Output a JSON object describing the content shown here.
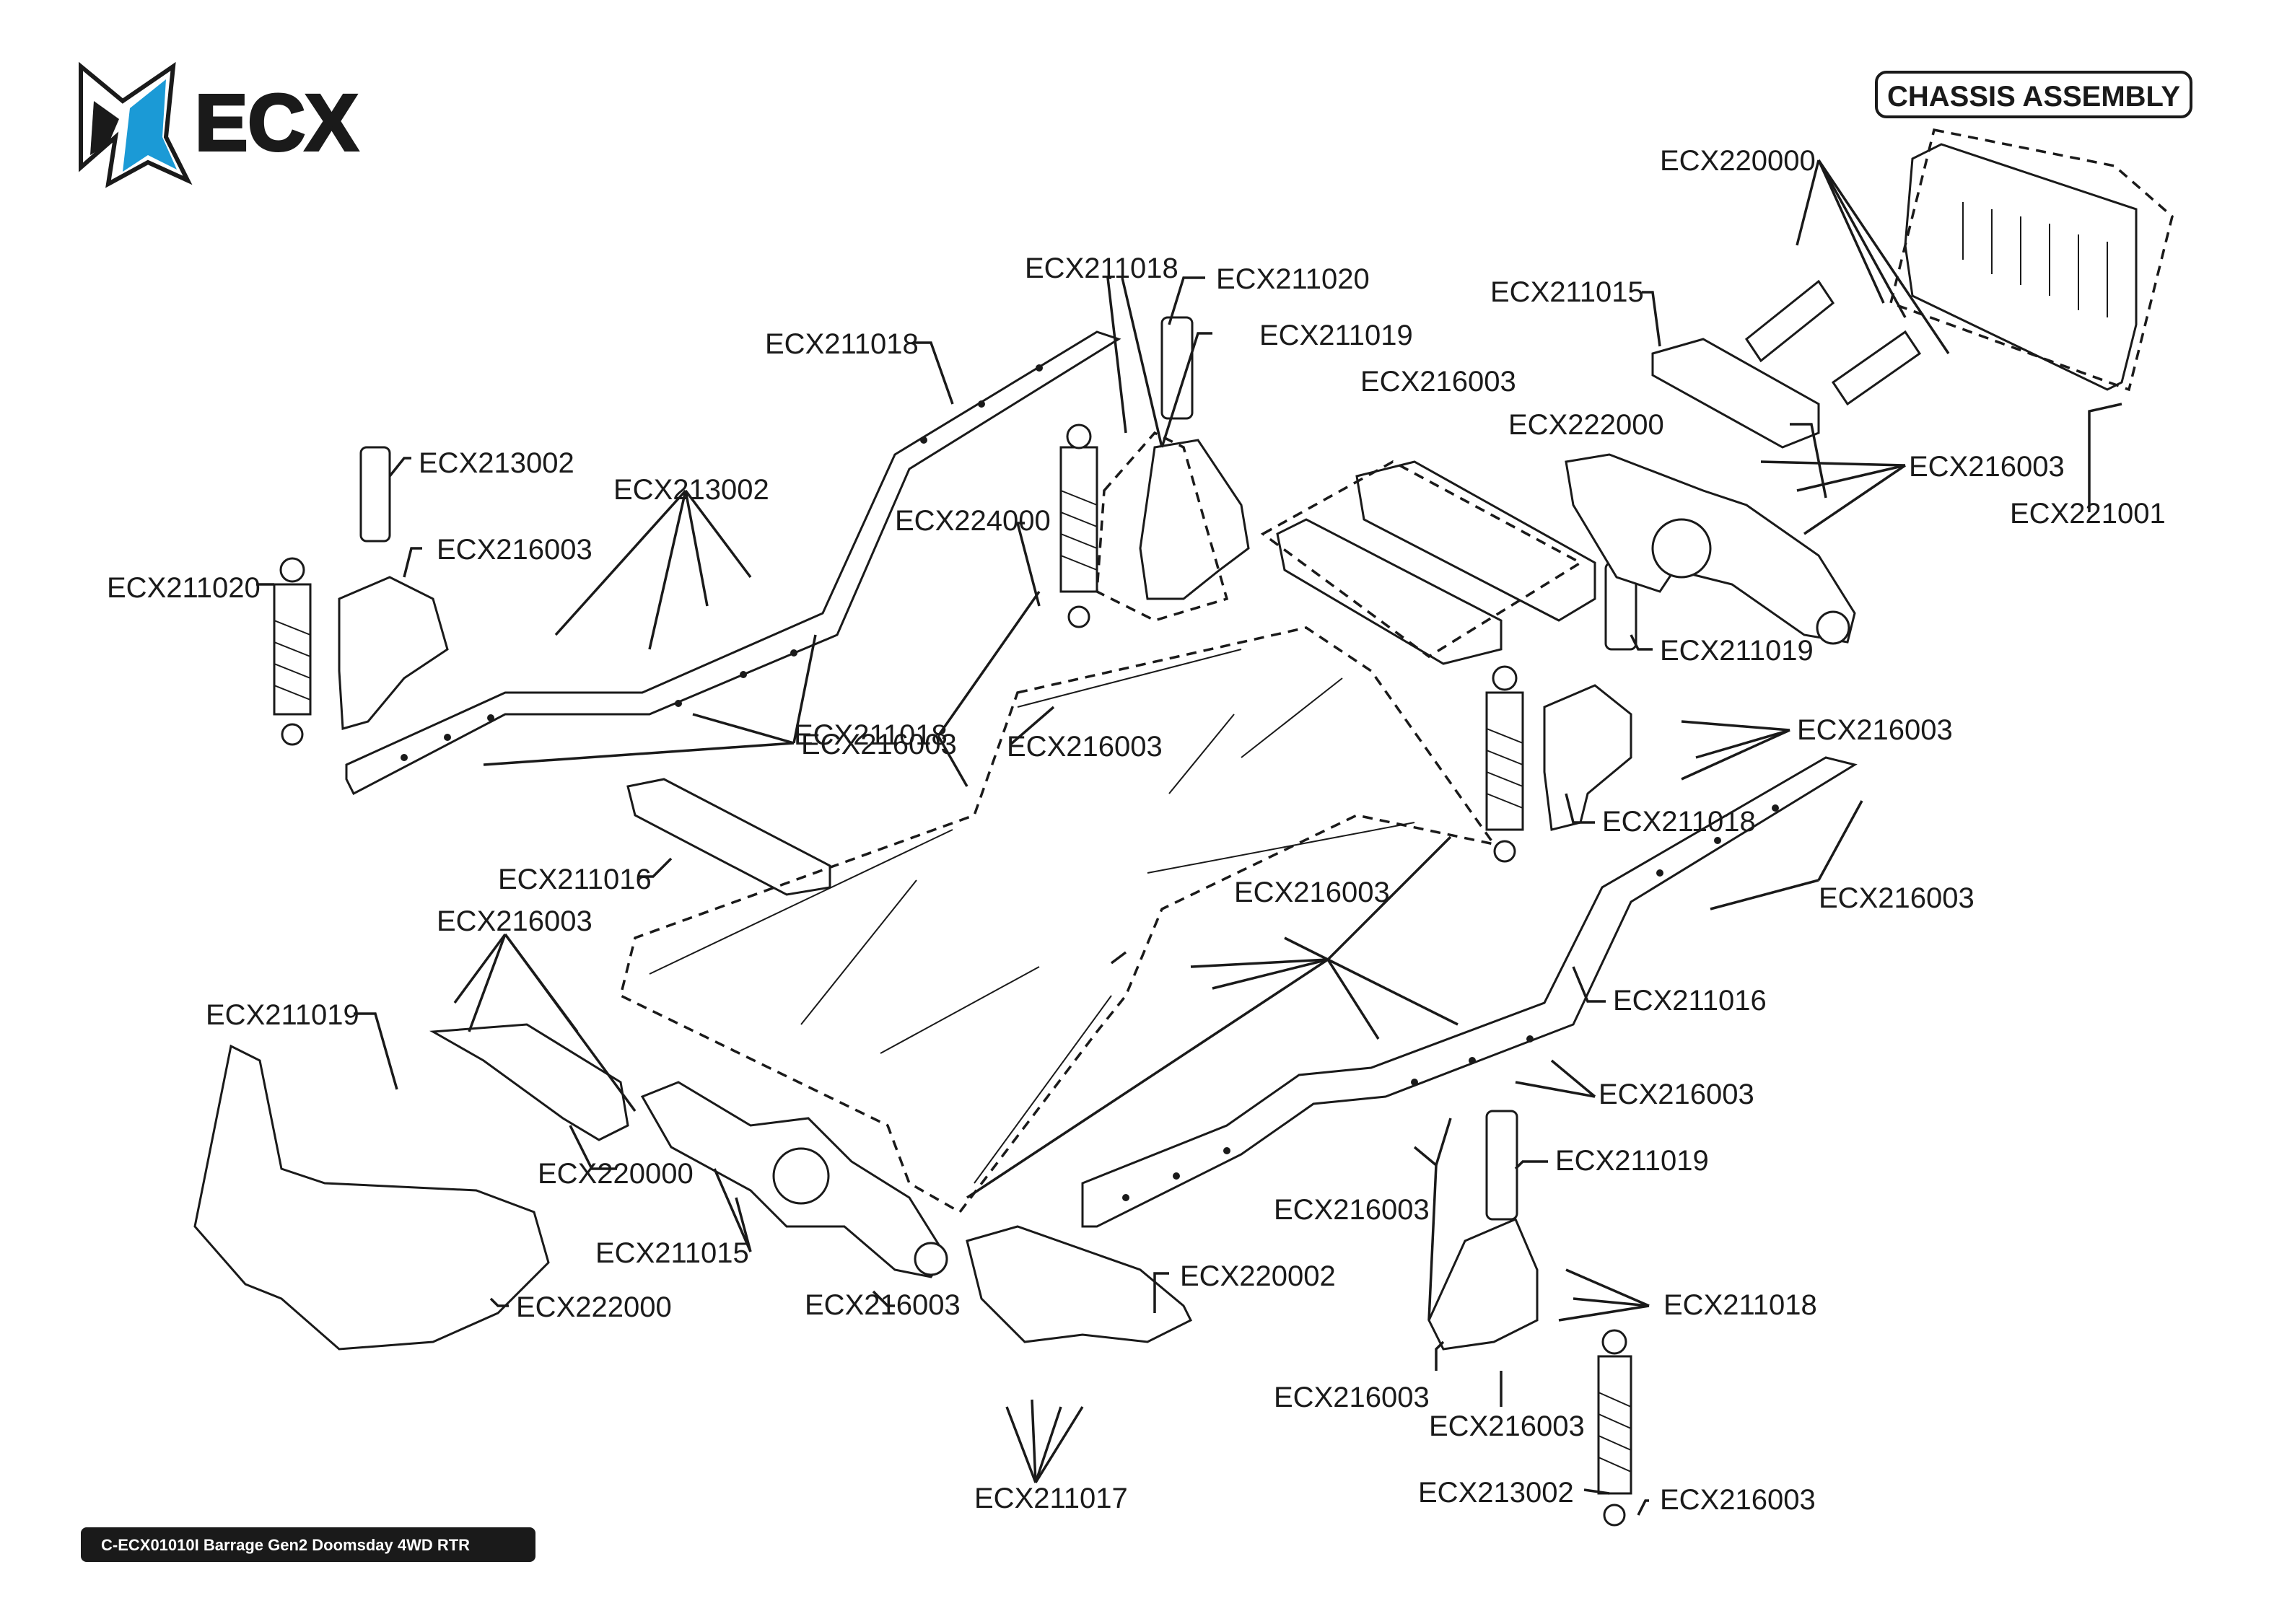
{
  "brand": {
    "logo_text": "ECX",
    "logo_color": "#1b9ad6"
  },
  "title": "CHASSIS ASSEMBLY",
  "footer": "C-ECX01010I Barrage Gen2 Doomsday 4WD RTR",
  "labels": {
    "l01": "ECX220000",
    "l02": "ECX211015",
    "l03": "ECX222000",
    "l04": "ECX216003",
    "l05": "ECX221001",
    "l06": "ECX211019",
    "l07": "ECX216003",
    "l08": "ECX211018",
    "l09": "ECX216003",
    "l10": "ECX211016",
    "l11": "ECX216003",
    "l12": "ECX211019",
    "l13": "ECX211018",
    "l14": "ECX211020",
    "l15": "ECX211019",
    "l16": "ECX216003",
    "l17": "ECX211018",
    "l18": "ECX213002",
    "l19": "ECX213002",
    "l20": "ECX216003",
    "l21": "ECX224000",
    "l22": "ECX211020",
    "l23": "ECX216003",
    "l24": "ECX216003",
    "l25": "ECX211016",
    "l26": "ECX216003",
    "l27": "ECX216003",
    "l28": "ECX211019",
    "l29": "ECX220000",
    "l30": "ECX211015",
    "l31": "ECX216003",
    "l32": "ECX222000",
    "l33": "ECX220002",
    "l34": "ECX211017",
    "l35": "ECX216003",
    "l36": "ECX211018",
    "l37": "ECX216003",
    "l38": "ECX216003",
    "l39": "ECX213002",
    "l40": "ECX216003",
    "l41": "ECX211018"
  }
}
